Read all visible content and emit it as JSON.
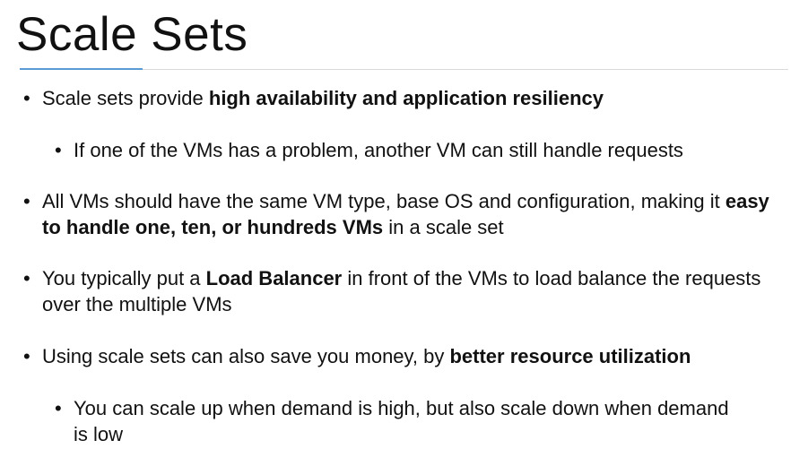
{
  "slide": {
    "title": "Scale Sets",
    "bullets": [
      {
        "level": 1,
        "before": "Scale sets provide ",
        "bold": "high availability and application resiliency",
        "after": ""
      },
      {
        "level": 2,
        "before": "If one of the VMs has a problem, another VM can still handle requests",
        "bold": "",
        "after": ""
      },
      {
        "level": 1,
        "before": "All VMs should have the same VM type, base OS and configuration, making it ",
        "bold": "easy to handle one, ten, or hundreds VMs",
        "after": " in a scale set"
      },
      {
        "level": 1,
        "before": "You typically put a ",
        "bold": "Load Balancer",
        "after": " in front of the VMs to load balance the requests over the multiple VMs"
      },
      {
        "level": 1,
        "before": "Using scale sets can also save you money, by ",
        "bold": "better resource utilization",
        "after": ""
      },
      {
        "level": 2,
        "before": "You can scale up when demand is high, but also scale down when demand is low",
        "bold": "",
        "after": ""
      }
    ],
    "bullet_glyph": "•",
    "accent_color": "#5b9bd5"
  }
}
